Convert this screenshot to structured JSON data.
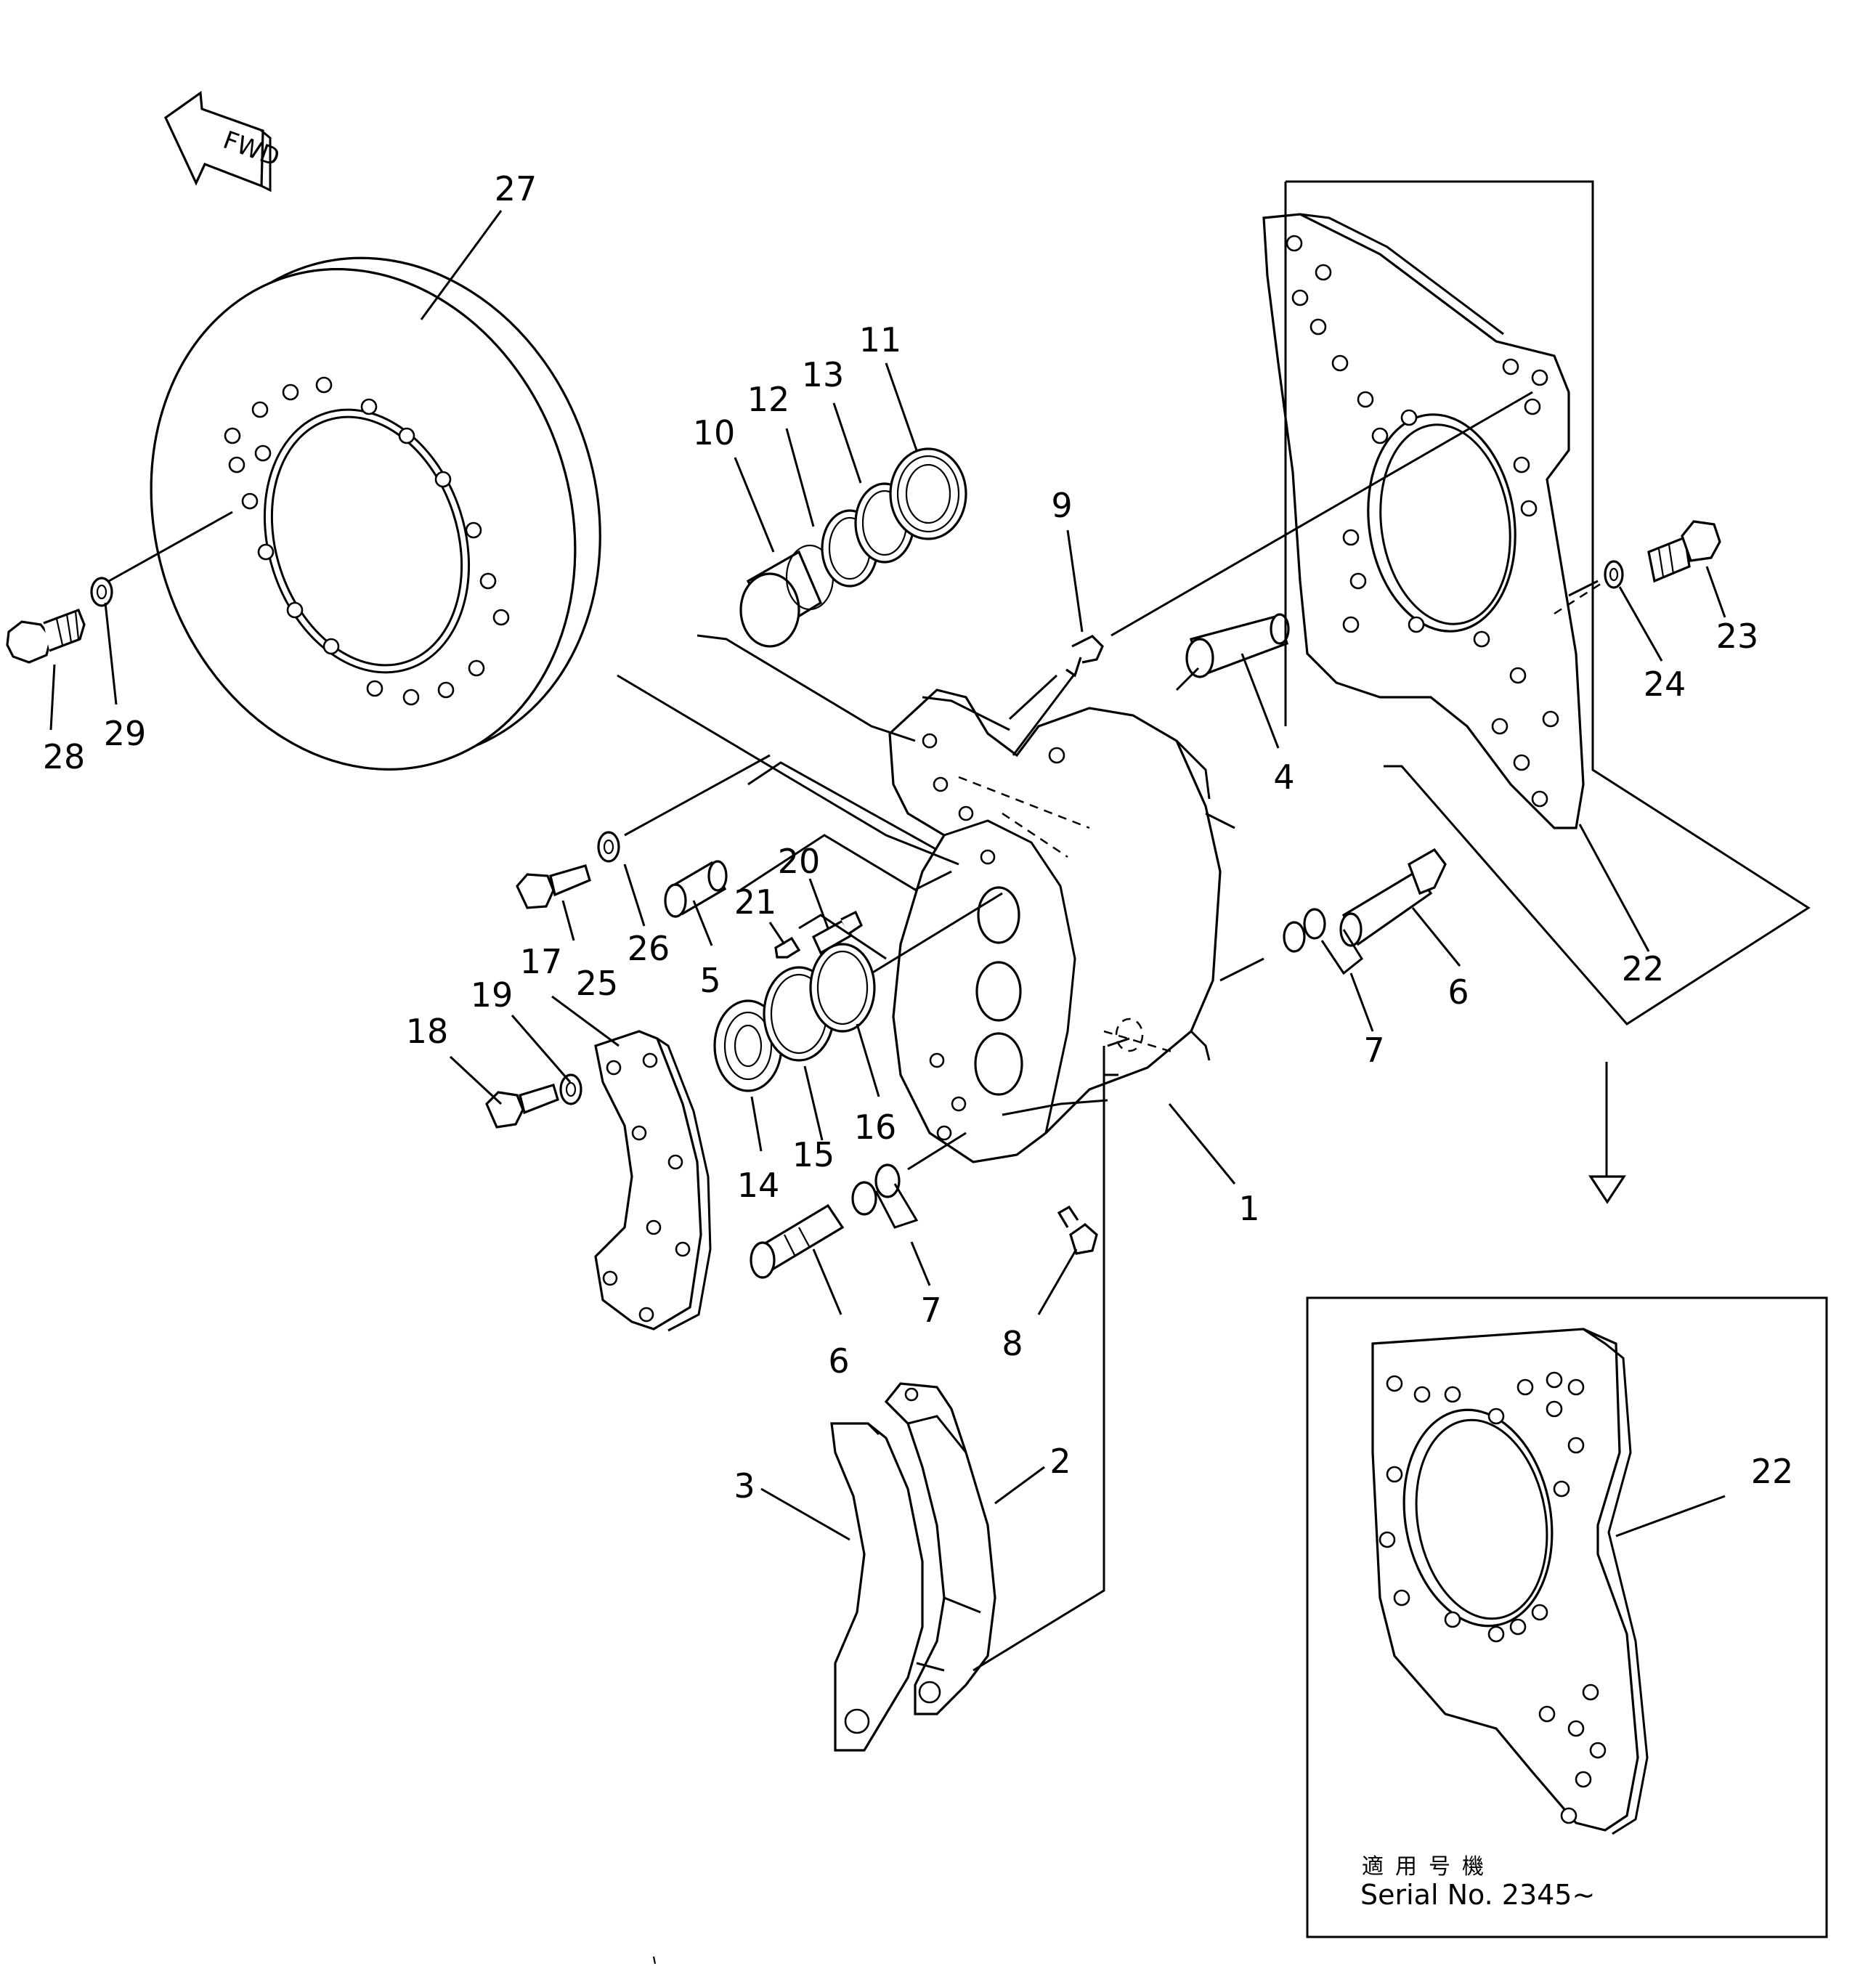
{
  "figure": {
    "direction_label": "FWD",
    "serial_note": {
      "applicable_label": "適用号機",
      "serial_text": "Serial No. 2345∼"
    }
  },
  "callouts": [
    {
      "id": "c27",
      "label": "27"
    },
    {
      "id": "c11",
      "label": "11"
    },
    {
      "id": "c13",
      "label": "13"
    },
    {
      "id": "c12",
      "label": "12"
    },
    {
      "id": "c10",
      "label": "10"
    },
    {
      "id": "c9",
      "label": "9"
    },
    {
      "id": "c28",
      "label": "28"
    },
    {
      "id": "c29",
      "label": "29"
    },
    {
      "id": "c23",
      "label": "23"
    },
    {
      "id": "c24",
      "label": "24"
    },
    {
      "id": "c4",
      "label": "4"
    },
    {
      "id": "c20",
      "label": "20"
    },
    {
      "id": "c21",
      "label": "21"
    },
    {
      "id": "c26",
      "label": "26"
    },
    {
      "id": "c25",
      "label": "25"
    },
    {
      "id": "c5",
      "label": "5"
    },
    {
      "id": "c17",
      "label": "17"
    },
    {
      "id": "c19",
      "label": "19"
    },
    {
      "id": "c18",
      "label": "18"
    },
    {
      "id": "c22a",
      "label": "22"
    },
    {
      "id": "c6a",
      "label": "6"
    },
    {
      "id": "c7a",
      "label": "7"
    },
    {
      "id": "c16",
      "label": "16"
    },
    {
      "id": "c15",
      "label": "15"
    },
    {
      "id": "c14",
      "label": "14"
    },
    {
      "id": "c1",
      "label": "1"
    },
    {
      "id": "c7b",
      "label": "7"
    },
    {
      "id": "c6b",
      "label": "6"
    },
    {
      "id": "c8",
      "label": "8"
    },
    {
      "id": "c3",
      "label": "3"
    },
    {
      "id": "c2",
      "label": "2"
    },
    {
      "id": "c22b",
      "label": "22"
    }
  ]
}
